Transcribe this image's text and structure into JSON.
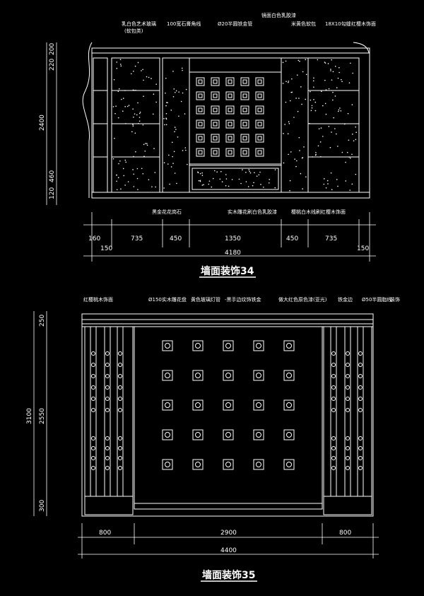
{
  "drawing1": {
    "title": "墙面装饰34",
    "callouts_top": [
      "乳白色艺术玻璃",
      "(软包类)",
      "100宽石膏角线",
      "Ø20半圆铁金管",
      "镜面白色乳胶漆",
      "米黄色软包",
      "18X10勾缝",
      "红樱木饰面"
    ],
    "callouts_bottom": [
      "黑金花花岗石",
      "实木雕花刷白色乳胶漆",
      "樱桃白木线刷红樱木饰面"
    ],
    "dims_bottom": [
      "160",
      "735",
      "450",
      "1350",
      "450",
      "735",
      "150",
      "150"
    ],
    "dim_total": "4180",
    "dims_left": [
      "200",
      "220",
      "2400",
      "460",
      "120"
    ]
  },
  "drawing2": {
    "title": "墙面装饰35",
    "callouts_top": [
      "红樱桃木饰面",
      "Ø150实木雕花盘",
      "黄色玻璃灯管",
      "-黑手边纹饰铁金",
      "做大红色原色漆(亚光)",
      "铁金边",
      "Ø50半圆脂线",
      "装饰"
    ],
    "dims_bottom": [
      "800",
      "2900",
      "800"
    ],
    "dim_total": "4400",
    "dims_left": [
      "250",
      "3100",
      "2550",
      "300"
    ]
  },
  "colors": {
    "background": "#000000",
    "line": "#ffffff",
    "accent": "#ffffff"
  }
}
